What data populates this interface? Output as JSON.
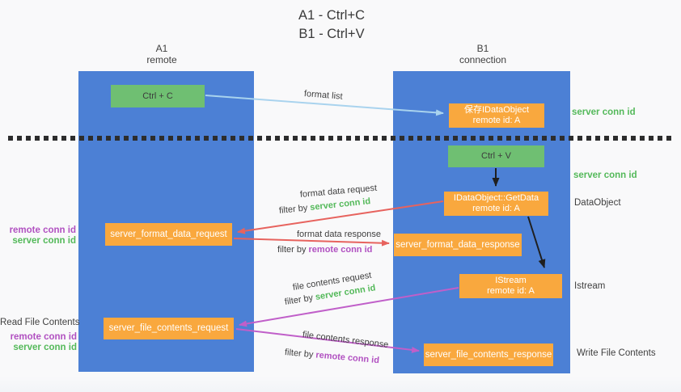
{
  "title": {
    "line1": "A1 - Ctrl+C",
    "line2": "B1 - Ctrl+V"
  },
  "columns": {
    "left": {
      "id": "A1",
      "role": "remote"
    },
    "right": {
      "id": "B1",
      "role": "connection"
    }
  },
  "nodes": {
    "ctrl_c": {
      "label": "Ctrl + C"
    },
    "save_idataobject": {
      "line1": "保存IDataObject",
      "line2": "remote id: A"
    },
    "ctrl_v": {
      "label": "Ctrl + V"
    },
    "getdata": {
      "line1": "IDataObject::GetData",
      "line2": "remote id: A"
    },
    "format_request": {
      "label": "server_format_data_request"
    },
    "format_response": {
      "label": "server_format_data_response"
    },
    "istream": {
      "line1": "IStream",
      "line2": "remote id: A"
    },
    "file_request": {
      "label": "server_file_contents_request"
    },
    "file_response": {
      "label": "server_file_contents_response"
    }
  },
  "side_labels": {
    "server_conn_id_top": "server conn id",
    "server_conn_id_mid": "server conn id",
    "dataobject": "DataObject",
    "istream": "Istream",
    "write_file_contents": "Write File Contents",
    "remote_conn_id_1": "remote conn id",
    "server_conn_id_1": "server conn id",
    "read_file_contents": "Read File Contents",
    "remote_conn_id_2": "remote conn id",
    "server_conn_id_2": "server conn id"
  },
  "arrow_labels": {
    "format_list": "format list",
    "format_data_request": "format data request",
    "filter_by_1": "filter by ",
    "filter_key_1": "server conn id",
    "format_data_response": "format data response",
    "filter_by_2": "filter by ",
    "filter_key_2": "remote conn id",
    "file_contents_request": "file contents request",
    "filter_by_3": "filter by ",
    "filter_key_3": "server conn id",
    "file_contents_response": "file contents response",
    "filter_by_4": "filter by ",
    "filter_key_4": "remote conn id"
  },
  "colors": {
    "lifeline_blue": "#4c80d5",
    "node_green": "#6fbf72",
    "node_orange": "#f9a83e",
    "arrow_red": "#e7635e",
    "arrow_magenta": "#c05fc9",
    "arrow_lightblue": "#a9d3ee",
    "arrow_black": "#1f1f1f",
    "label_green": "#54b95a",
    "label_purple": "#b151c1"
  }
}
